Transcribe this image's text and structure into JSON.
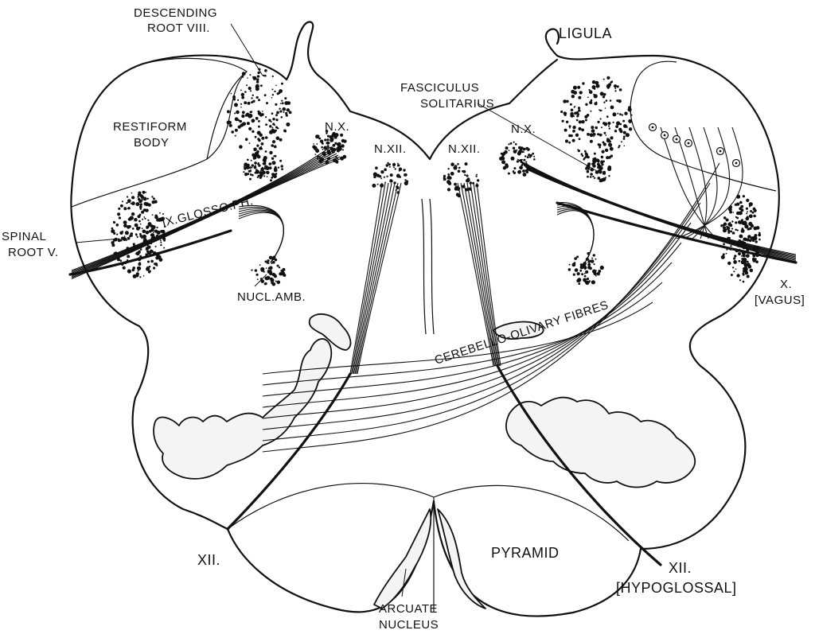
{
  "labels": {
    "descending_root": [
      "DESCENDING",
      "ROOT VIII."
    ],
    "ligula": "LIGULA",
    "fasciculus": [
      "FASCICULUS",
      "SOLITARIUS"
    ],
    "restiform": [
      "RESTIFORM",
      "BODY"
    ],
    "nx_left": "N.X.",
    "nx_right": "N.X.",
    "nxii_left": "N.XII.",
    "nxii_right": "N.XII.",
    "glosso": "IX.GLOSSO.PH.",
    "spinal_root": [
      "SPINAL",
      "ROOT V."
    ],
    "nucl_amb": "NUCL.AMB.",
    "vagus": [
      "X.",
      "[VAGUS]"
    ],
    "olivary": "CEREBELLO-OLIVARY FIBRES",
    "xii_left": "XII.",
    "pyramid": "PYRAMID",
    "hypoglossal": [
      "XII.",
      "[HYPOGLOSSAL]"
    ],
    "arcuate": [
      "ARCUATE",
      "NUCLEUS"
    ]
  },
  "colors": {
    "ink": "#111111",
    "paper": "#ffffff"
  }
}
